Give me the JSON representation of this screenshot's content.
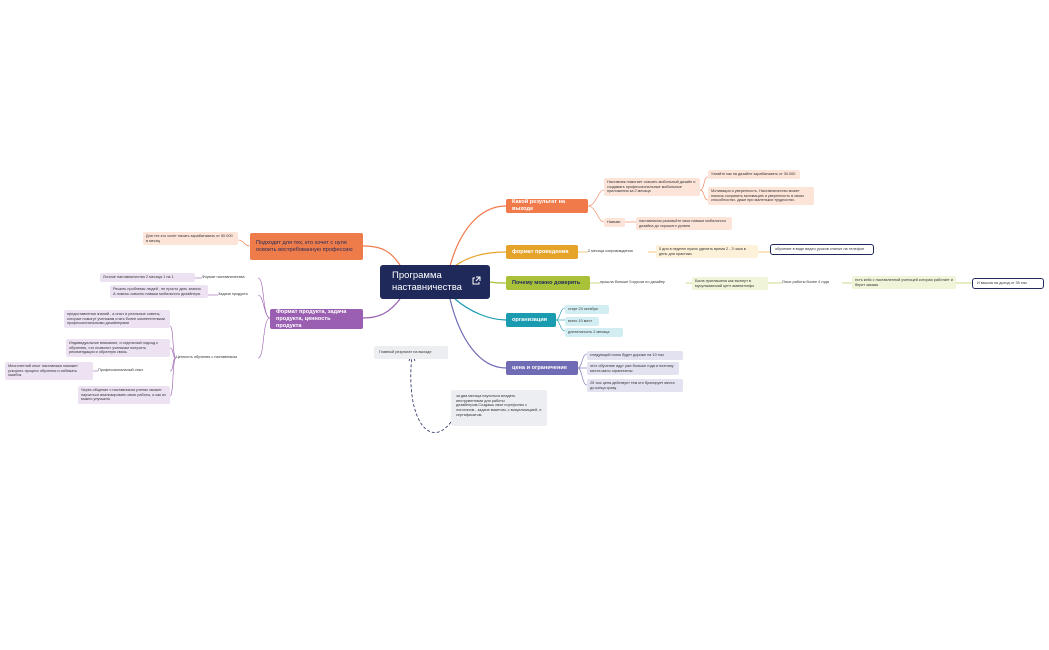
{
  "center": {
    "title": "Программа наставничества",
    "icon": "external-link-icon"
  },
  "colors": {
    "center": "#1f2a5a",
    "orange": "#f07a4a",
    "mustard": "#e6a32a",
    "lime": "#a9c23a",
    "teal": "#1a9bb0",
    "purple_blue": "#6f6bb5",
    "purple": "#9a5fb0",
    "left_orange": "#ee7b4a"
  },
  "right": {
    "result": {
      "label": "Какой результат на выходе",
      "child1": "Наставник помогает освоить мобильный дизайн и создавать профессиональные мобильные приложения за 2 месяца",
      "child1a": "Узнайте как на дизайне зарабатывать от 30.000",
      "child1b": "Мотивация и уверенность. Наставничество может помочь сохранить мотивацию и уверенность в своих способностях, даже при маленьких трудностях.",
      "child2": "Навыки",
      "child2a": "наставником рызовьйте свои навыки мобильного дизайна до хорошего уровня"
    },
    "format": {
      "label": "формат проведения",
      "child1": "2 месяца сопровождения",
      "child1a": "5 дня в неделю нужно уделить время 2 - 3 часа в день для практики",
      "child1b": "обучение в виде видео уроков снятые на телефон"
    },
    "trust": {
      "label": "Почему можно доверять",
      "child1": "прошла больше 5 курсов по дизайну",
      "child2": "Была приглашена как эксперт в мусульманский цент аминатэнфо",
      "child3": "Опыт работы более 4 года",
      "child4": "есть кейс с наставленной ученицей которая работает и берет заказы",
      "child5": "И вышла на доход от 35 тыс"
    },
    "org": {
      "label": "организация",
      "items": [
        "старт 24 октября",
        "всего 10 мест",
        "длительность 2 месяца"
      ]
    },
    "price": {
      "label": "цена и ограничение",
      "items": [
        "следующий поток будет дороже на 10 тыс",
        "этот обучение идут уже больше года и поэтому места мало ограничены",
        "25 тыс цена действует тем кто бронирует места до конца сразу"
      ]
    }
  },
  "left": {
    "audience": {
      "label": "Подходит для тех, кто хочет с нуля освоить востребованную профессию",
      "child1": "Для тех кто хочет начать зарабатывать от 50.000 в месяц"
    },
    "product": {
      "label": "Формат продукта, задача продукта, ценность продукта",
      "format": "Формат наставничества",
      "format_a": "Личное наставничество 2 месяца 1 на 1",
      "task": "Задача продукта",
      "task_a": "Решить проблемы людей , не просто дать знания. А помочь освоить навыки мобильного дизайнера.",
      "value": "Ценность обучения с наставником",
      "value_a": "предоставления знаний , а опыт и реальные советы, которые помогут ученикам стать более компетентными профессиональными дизайнерами",
      "value_b": "Индивидуальное внимание, и отдельный подход к обучению, что позволит ученикам получить рекомендации и обратную связь.",
      "value_c": "Профессиональный опыт",
      "value_c1": "Многолетний опыт наставника поможет ускорить процесс обучения и избежать ошибок",
      "value_d": "Через общение с наставником ученик сможет научиться анализировать свою работы, и как их можно улучшить"
    }
  },
  "floating": {
    "main_result": "Главный результат на выходе",
    "summary": "за два месяца научиться владеть инструментами для работы дизайнером.Создашь свое портфолио с логотипом , задаче макетом, с визуализацией, и сертификатом."
  }
}
